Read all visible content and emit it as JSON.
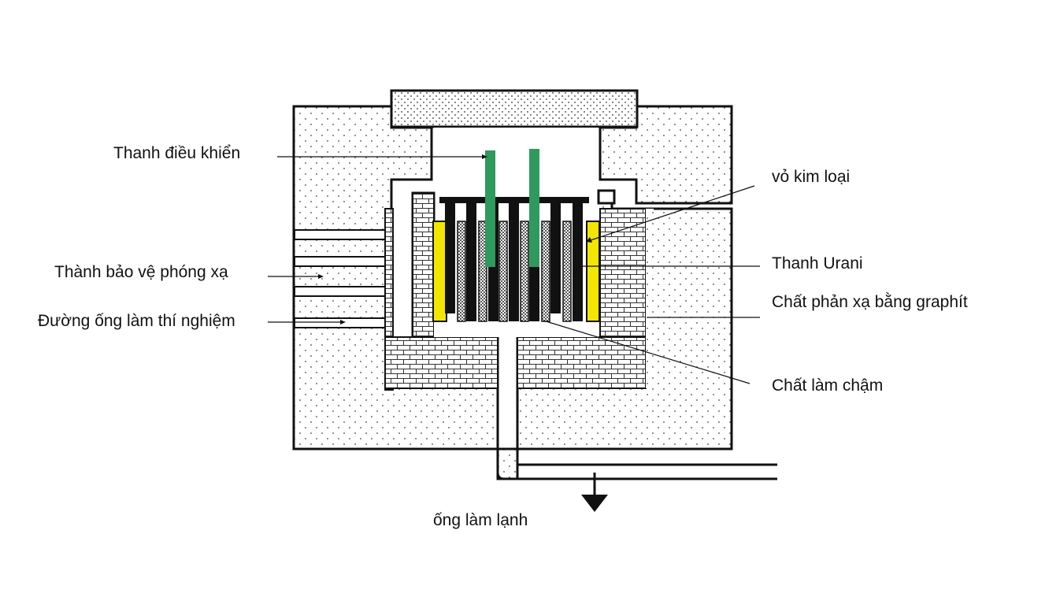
{
  "labels": {
    "control_rods": "Thanh điều khiển",
    "radiation_shield": "Thành bảo vệ phóng xạ",
    "experiment_tube": "Đường ống làm thí nghiệm",
    "metal_shell": "vỏ kim loại",
    "uranium_rods": "Thanh Urani",
    "graphite_reflector": "Chất phản xạ bằng graphít",
    "moderator": "Chất làm chậm",
    "cooling_pipe": "ống làm lạnh"
  },
  "colors": {
    "outline": "#111111",
    "control_rod": "#2e9a5c",
    "metal_shell": "#f2e600",
    "background": "#ffffff"
  },
  "icons": [
    "down-arrow-icon"
  ]
}
